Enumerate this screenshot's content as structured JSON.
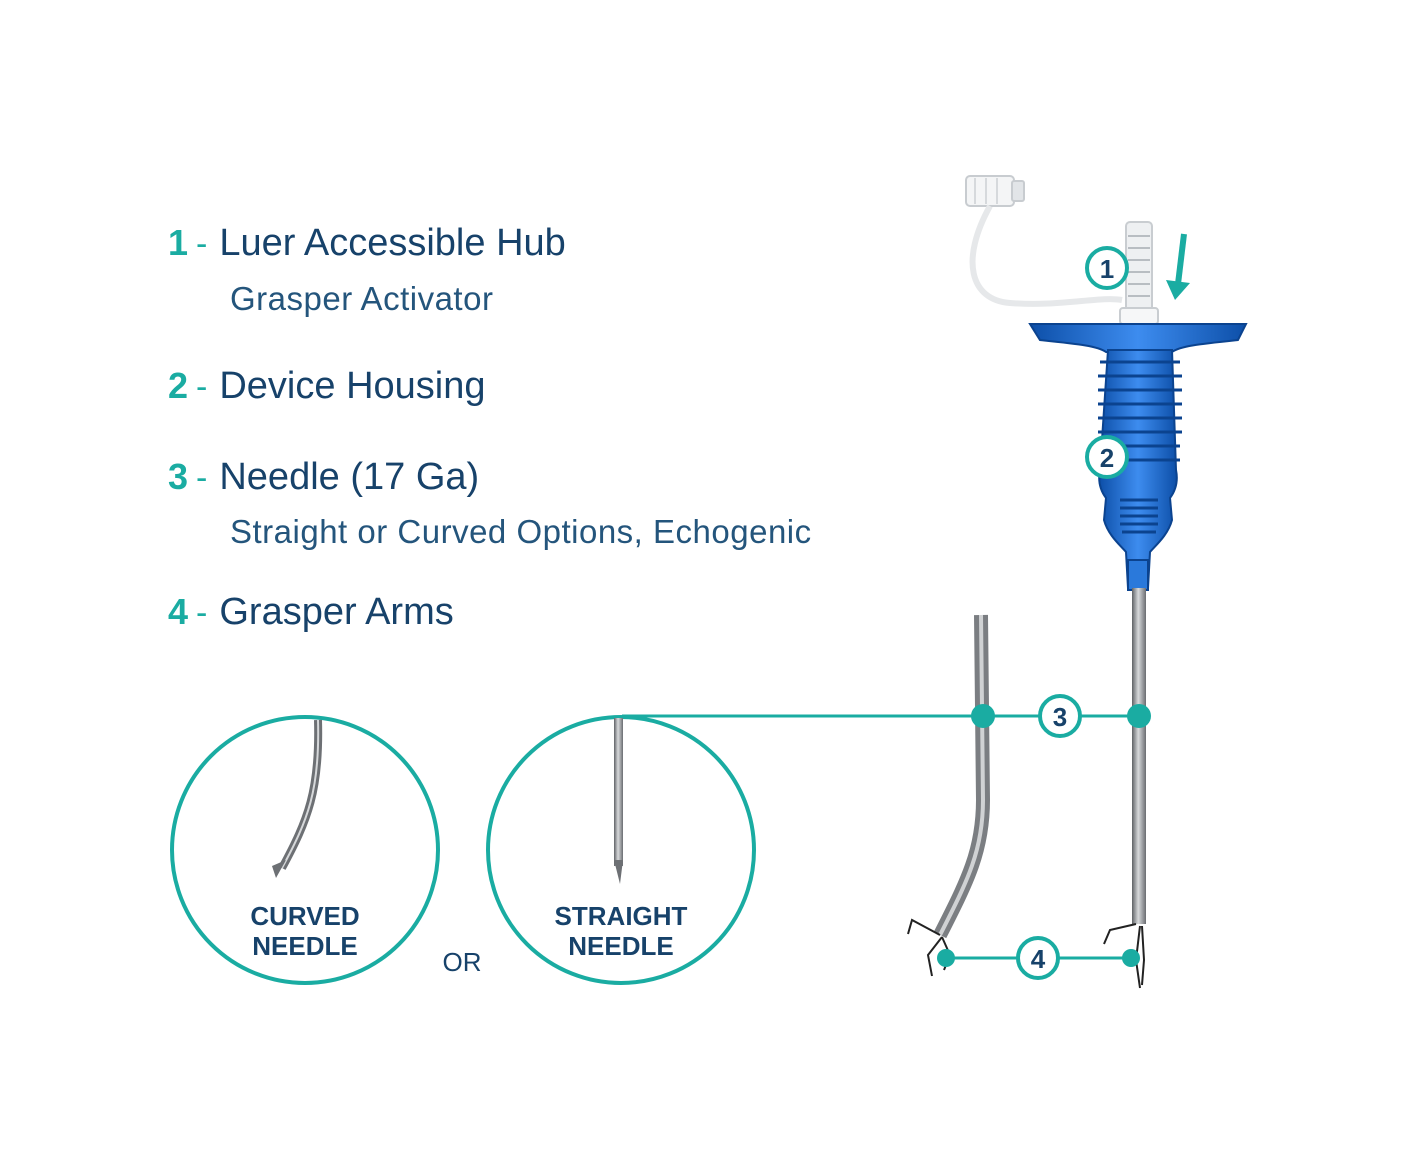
{
  "legend": {
    "items": [
      {
        "number": "1",
        "separator": "-",
        "title": "Luer Accessible Hub",
        "subtitle": "Grasper Activator"
      },
      {
        "number": "2",
        "separator": "-",
        "title": "Device Housing",
        "subtitle": ""
      },
      {
        "number": "3",
        "separator": "-",
        "title": "Needle (17 Ga)",
        "subtitle": "Straight or Curved Options, Echogenic"
      },
      {
        "number": "4",
        "separator": "-",
        "title": "Grasper Arms",
        "subtitle": ""
      }
    ]
  },
  "callouts": {
    "hub": "1",
    "housing": "2",
    "needle": "3",
    "arms": "4"
  },
  "needle_options": {
    "curved": {
      "line1": "CURVED",
      "line2": "NEEDLE"
    },
    "connector": "OR",
    "straight": {
      "line1": "STRAIGHT",
      "line2": "NEEDLE"
    }
  },
  "colors": {
    "accent": "#1aaca2",
    "navy": "#17426a",
    "device_blue": "#1f6fd1",
    "needle_gray": "#8c8f93"
  }
}
